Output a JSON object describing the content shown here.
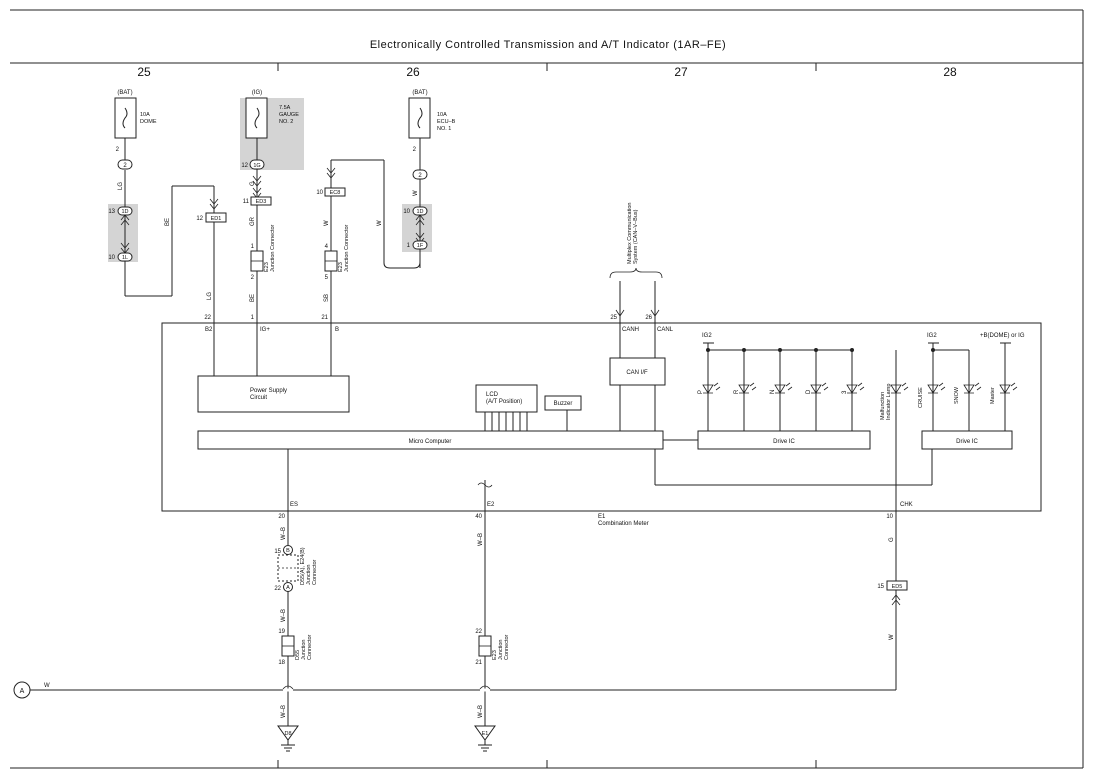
{
  "header": {
    "title": "Electronically Controlled Transmission and A/T Indicator (1AR–FE)"
  },
  "columns": [
    "25",
    "26",
    "27",
    "28"
  ],
  "fuses": [
    {
      "source": "(BAT)",
      "name": "10A\nDOME",
      "pin": "2"
    },
    {
      "source": "(IG)",
      "name": "7.5A\nGAUGE\nNO. 2",
      "pin": "12"
    },
    {
      "source": "(BAT)",
      "name": "10A\nECU–B\nNO. 1",
      "pin": "2"
    }
  ],
  "connectors": {
    "c1a": "2",
    "c1b": "1D",
    "c1c": "1L",
    "c2a": "1G",
    "c3a": "2",
    "c3b": "1D",
    "c3c": "1F",
    "ed1": "ED1",
    "ed3": "ED3",
    "ec8": "EC8",
    "ed5": "ED5"
  },
  "pins": {
    "p13": "13",
    "p10a": "10",
    "p12b": "12",
    "p11": "11",
    "p10b": "10",
    "p10c": "10",
    "p1c": "1",
    "p1": "1",
    "p2": "2",
    "p4": "4",
    "p5": "5",
    "p22": "22",
    "p1b": "1",
    "p21": "21",
    "p25": "25",
    "p26": "26",
    "p20": "20",
    "p40": "40",
    "p10d": "10",
    "p15": "15",
    "p15b": "15",
    "p22b": "22",
    "p19": "19",
    "p18": "18",
    "p22c": "22",
    "p21b": "21"
  },
  "wires": {
    "lg1": "LG",
    "be1": "BE",
    "g1": "G",
    "gr": "GR",
    "w1": "W",
    "w2": "W",
    "w3": "W",
    "lg2": "LG",
    "be2": "BE",
    "sb": "SB",
    "wb1": "W–B",
    "wb2": "W–B",
    "wb3": "W–B",
    "wb4": "W–B",
    "wb5": "W–B",
    "g2": "G",
    "w4": "W",
    "w5": "W"
  },
  "junctions": {
    "e23a": "E23\nJunction Connector",
    "e23b": "E23\nJunction Connector",
    "d55ab": "D55(A), E24(B)\nJunction\nConnector",
    "d55": "D55\nJunction\nConnector",
    "e23c": "E23\nJunction\nConnector"
  },
  "canBus": "Multiplex Communication\nSystem (CAN–V–Bus)",
  "meter": {
    "terminals": [
      "B2",
      "IG+",
      "B",
      "CANH",
      "CANL",
      "ES",
      "E2",
      "CHK"
    ],
    "name": "E1\nCombination Meter",
    "power": "Power Supply\nCircuit",
    "lcd": "LCD\n(A/T Position)",
    "buzzer": "Buzzer",
    "canif": "CAN I/F",
    "micro": "Micro Computer",
    "drive1": "Drive IC",
    "drive2": "Drive IC",
    "ig2a": "IG2",
    "ig2b": "IG2",
    "bdome": "+B(DOME) or IG",
    "leds": [
      "P",
      "R",
      "N",
      "D",
      "3"
    ],
    "leds2": [
      "CRUISE",
      "SNOW",
      "Master"
    ],
    "mil": "Malfunction\nIndicator Lamp"
  },
  "grounds": [
    "D8",
    "E1"
  ],
  "circleA": "A"
}
